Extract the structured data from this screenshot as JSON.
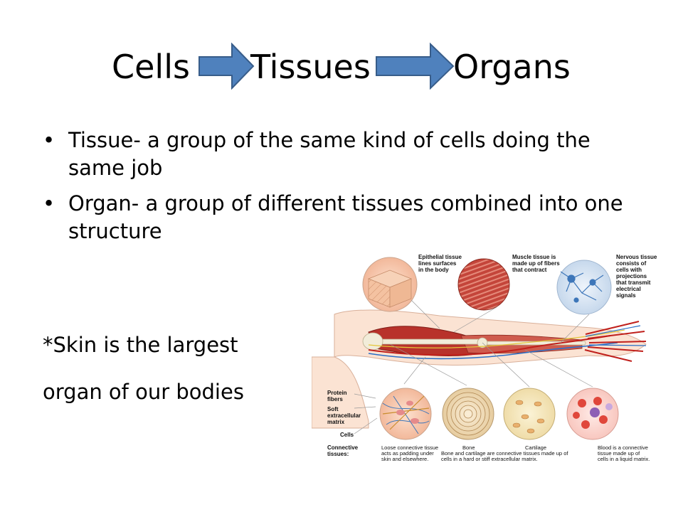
{
  "title": {
    "cells": "Cells",
    "tissues": "Tissues",
    "organs": "Organs"
  },
  "bullets": [
    "Tissue- a group of the same kind of cells doing the same job",
    "Organ- a group of different tissues combined into one structure"
  ],
  "note": {
    "line1": "*Skin is the largest",
    "line2": "organ of our bodies"
  },
  "figure": {
    "labels": {
      "epithelial": [
        "Epithelial tissue",
        "lines surfaces",
        "in the body"
      ],
      "muscle": [
        "Muscle tissue is",
        "made up of fibers",
        "that contract"
      ],
      "nervous": [
        "Nervous tissue",
        "consists of",
        "cells with",
        "projections",
        "that transmit",
        "electrical",
        "signals"
      ],
      "protein_fibers": [
        "Protein",
        "fibers"
      ],
      "soft_matrix": [
        "Soft",
        "extracellular",
        "matrix"
      ],
      "cells": "Cells",
      "connective": [
        "Connective",
        "tissues:"
      ],
      "loose": [
        "Loose connective tissue",
        "acts as padding under",
        "skin and elsewhere."
      ],
      "bone": "Bone",
      "cartilage": "Cartilage",
      "bone_cartilage_caption": [
        "Bone and cartilage are connective tissues made up of",
        "cells in a hard or stiff extracellular matrix."
      ],
      "blood": [
        "Blood is a connective",
        "tissue made up of",
        "cells in a liquid matrix."
      ]
    }
  },
  "colors": {
    "arrow_fill": "#4f81bd",
    "arrow_stroke": "#385d8a"
  }
}
